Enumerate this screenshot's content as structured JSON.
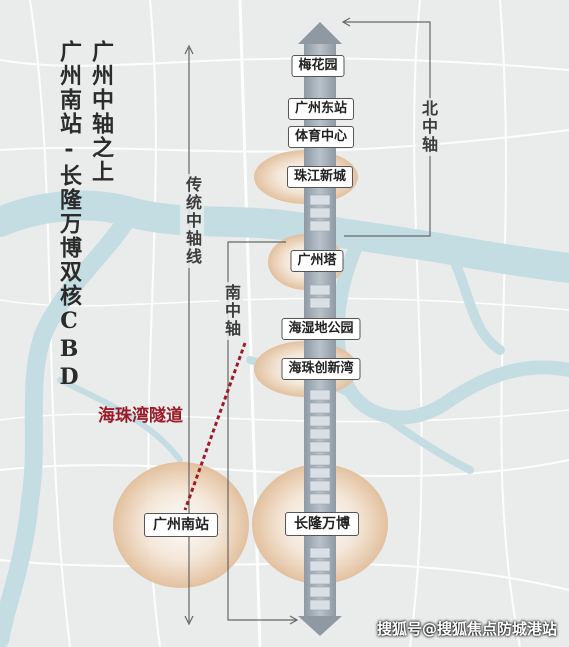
{
  "headline": {
    "line1": "广州中轴之上",
    "line2": "广州南站-长隆万博双核CBD"
  },
  "axes": {
    "north_axis": "北中轴",
    "traditional_axis": "传统中轴线",
    "south_axis": "南中轴"
  },
  "stations": {
    "meihuayuan": "梅花园",
    "guangzhou_east": "广州东站",
    "sports_center": "体育中心",
    "zhujiang_new_town": "珠江新城",
    "canton_tower": "广州塔",
    "wetland_park": "海湿地公园",
    "haizhu_bay": "海珠创新湾",
    "guangzhou_south": "广州南站",
    "changlong_wanbo": "长隆万博"
  },
  "tunnel": {
    "label": "海珠湾隧道"
  },
  "watermark": "搜狐号@搜狐焦点防城港站",
  "colors": {
    "river": "#c4dde3",
    "halo": "#e4c3a1",
    "axis_arrow": "#9aa4ae",
    "tunnel": "#9b1c28",
    "line": "#555555"
  }
}
